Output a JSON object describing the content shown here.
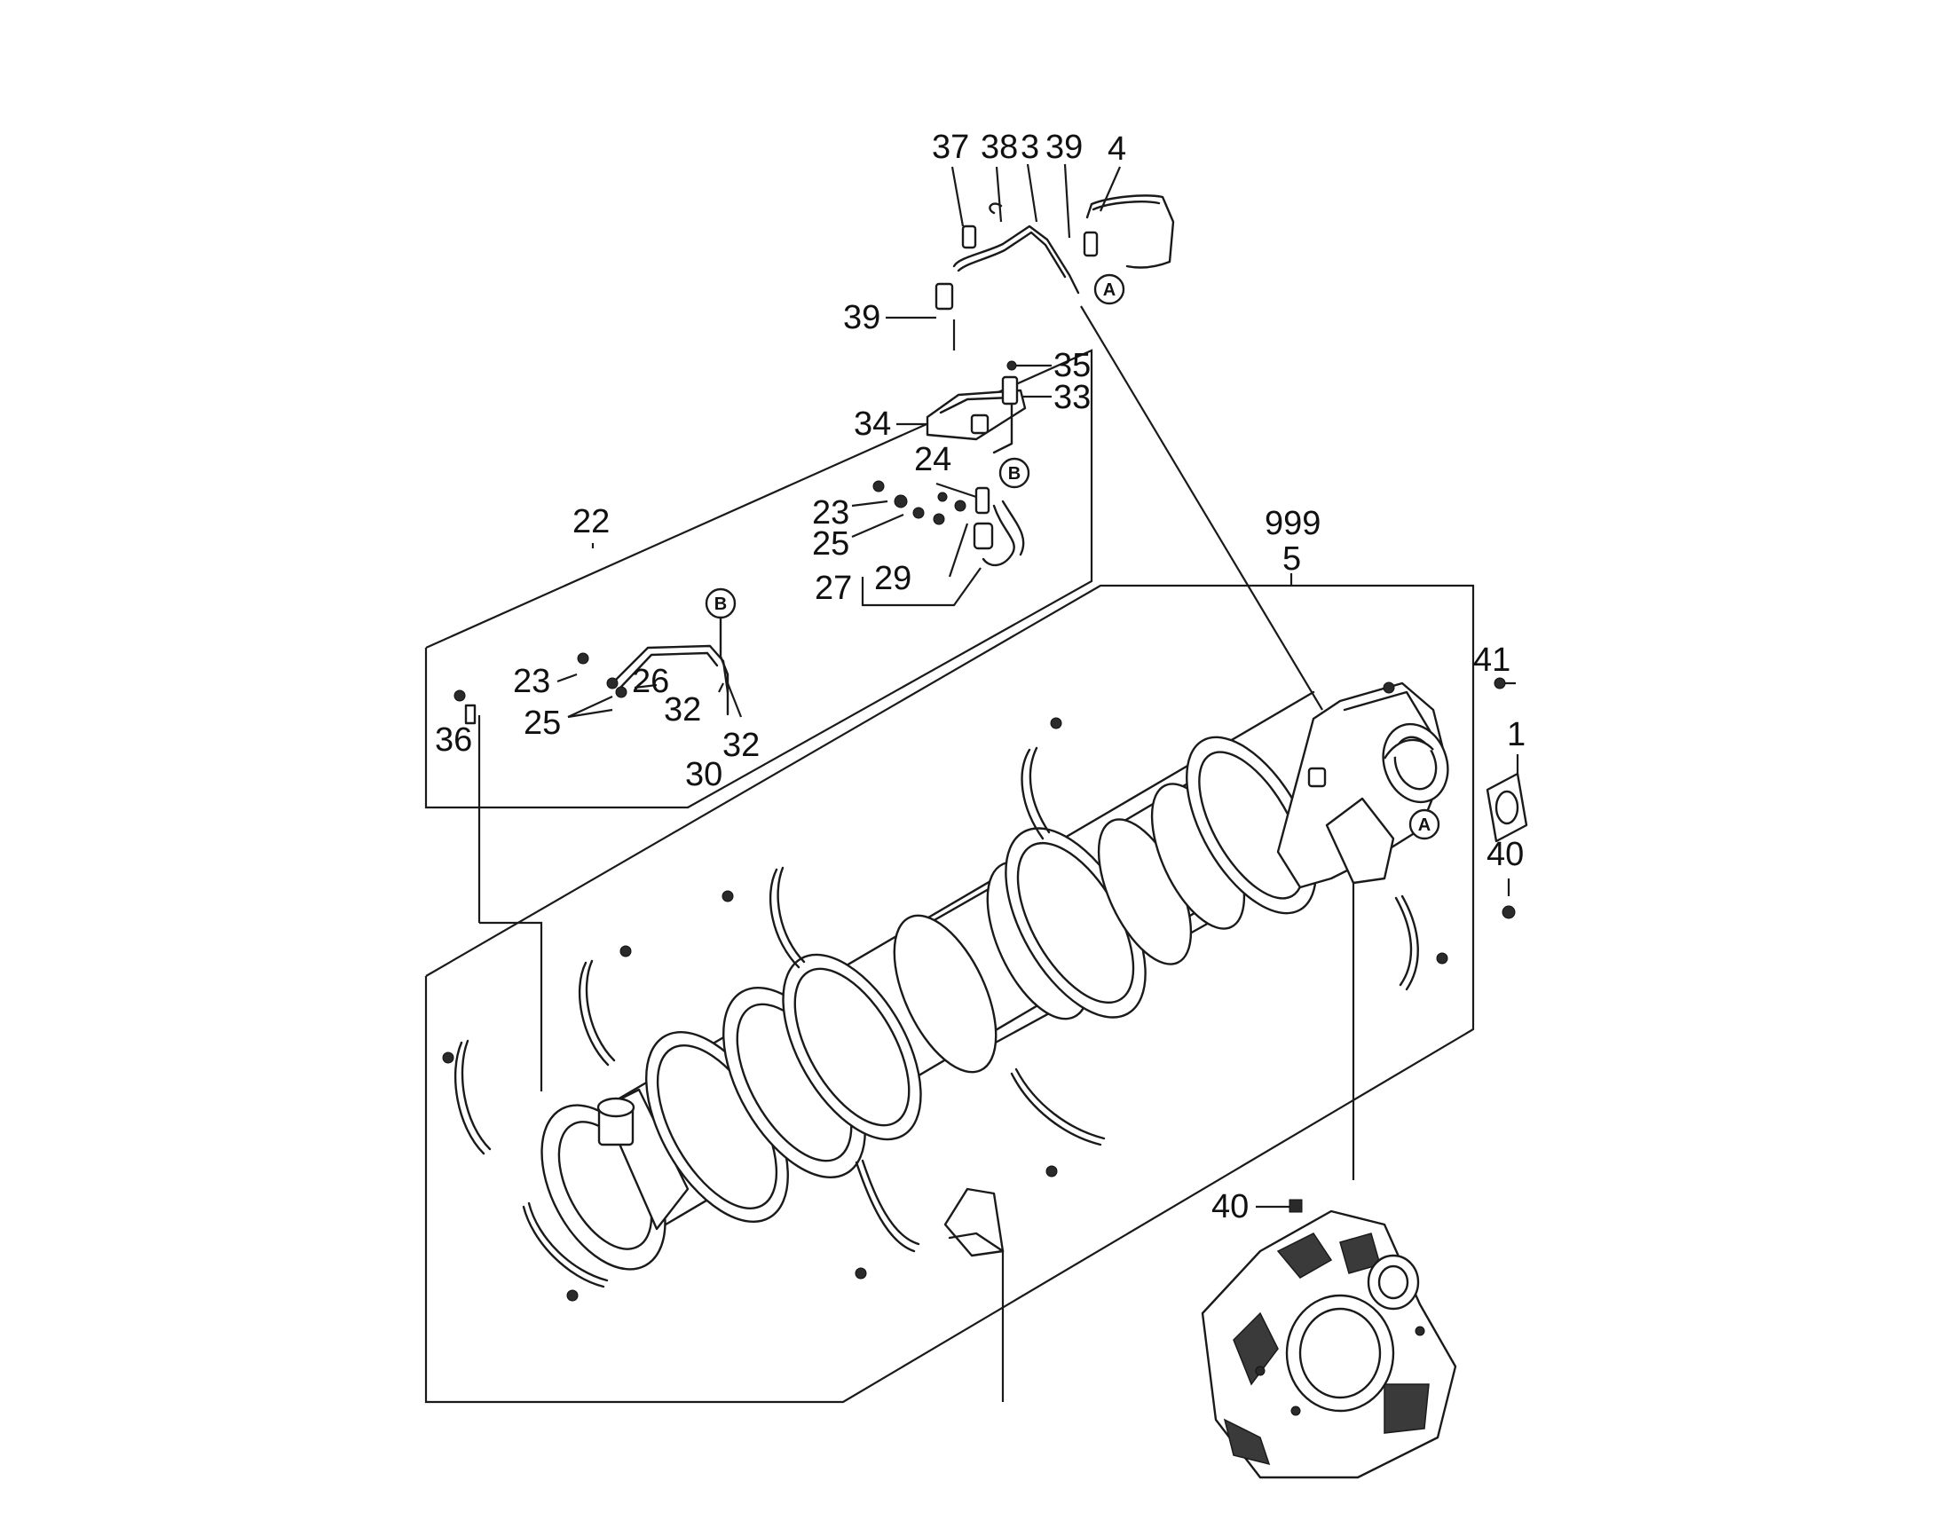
{
  "diagram": {
    "callouts": {
      "c37": "37",
      "c38": "38",
      "c3": "3",
      "c39a": "39",
      "c4": "4",
      "c39b": "39",
      "c35": "35",
      "c33": "33",
      "c34": "34",
      "c24": "24",
      "c22": "22",
      "c23a": "23",
      "c25a": "25",
      "c29": "29",
      "c27": "27",
      "c999": "999",
      "c5": "5",
      "c41": "41",
      "c1": "1",
      "c40a": "40",
      "c23b": "23",
      "c26": "26",
      "c25b": "25",
      "c32a": "32",
      "c32b": "32",
      "c36": "36",
      "c30": "30",
      "c40b": "40"
    },
    "references": {
      "refA1": "A",
      "refA2": "A",
      "refB1": "B",
      "refB2": "B"
    }
  }
}
